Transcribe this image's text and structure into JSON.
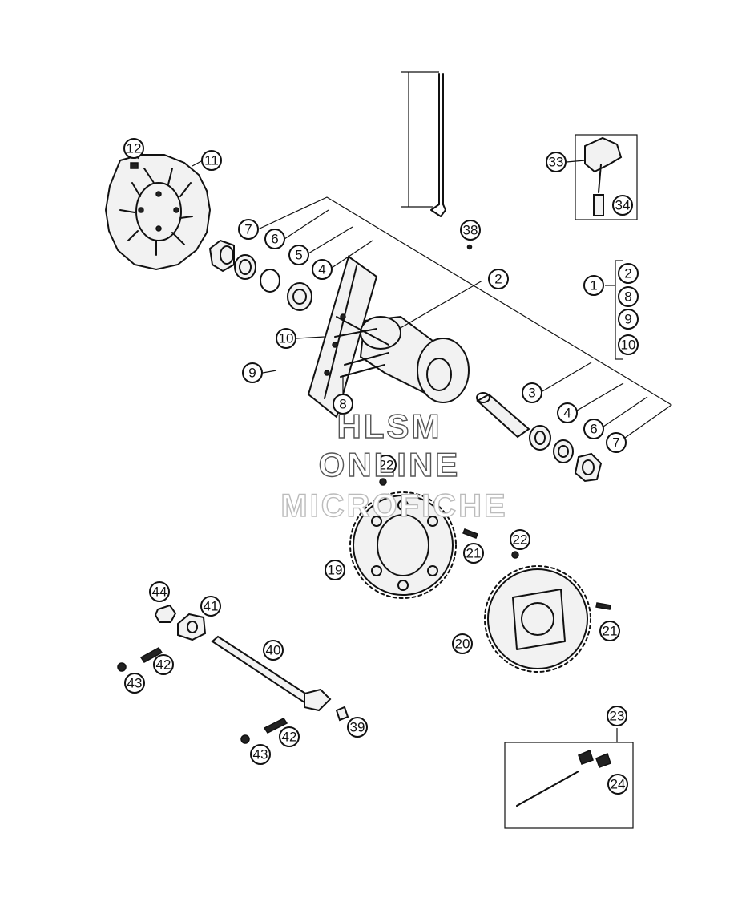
{
  "watermark": {
    "line1": "HLSM",
    "line2": "ONLINE",
    "line3": "MICROFICHE"
  },
  "callouts": [
    {
      "id": "c12",
      "label": "12"
    },
    {
      "id": "c11",
      "label": "11"
    },
    {
      "id": "c7a",
      "label": "7"
    },
    {
      "id": "c6a",
      "label": "6"
    },
    {
      "id": "c5",
      "label": "5"
    },
    {
      "id": "c4a",
      "label": "4"
    },
    {
      "id": "c33",
      "label": "33"
    },
    {
      "id": "c34",
      "label": "34"
    },
    {
      "id": "c38",
      "label": "38"
    },
    {
      "id": "c2a",
      "label": "2"
    },
    {
      "id": "c1",
      "label": "1"
    },
    {
      "id": "c2b",
      "label": "2"
    },
    {
      "id": "c8b",
      "label": "8"
    },
    {
      "id": "c9b",
      "label": "9"
    },
    {
      "id": "c10b",
      "label": "10"
    },
    {
      "id": "c10a",
      "label": "10"
    },
    {
      "id": "c9a",
      "label": "9"
    },
    {
      "id": "c8a",
      "label": "8"
    },
    {
      "id": "c3",
      "label": "3"
    },
    {
      "id": "c4b",
      "label": "4"
    },
    {
      "id": "c6b",
      "label": "6"
    },
    {
      "id": "c7b",
      "label": "7"
    },
    {
      "id": "c22a",
      "label": "22"
    },
    {
      "id": "c22b",
      "label": "22"
    },
    {
      "id": "c21a",
      "label": "21"
    },
    {
      "id": "c19",
      "label": "19"
    },
    {
      "id": "c20",
      "label": "20"
    },
    {
      "id": "c21b",
      "label": "21"
    },
    {
      "id": "c44",
      "label": "44"
    },
    {
      "id": "c41",
      "label": "41"
    },
    {
      "id": "c40",
      "label": "40"
    },
    {
      "id": "c42a",
      "label": "42"
    },
    {
      "id": "c43a",
      "label": "43"
    },
    {
      "id": "c42b",
      "label": "42"
    },
    {
      "id": "c43b",
      "label": "43"
    },
    {
      "id": "c39",
      "label": "39"
    },
    {
      "id": "c23",
      "label": "23"
    },
    {
      "id": "c24",
      "label": "24"
    }
  ]
}
